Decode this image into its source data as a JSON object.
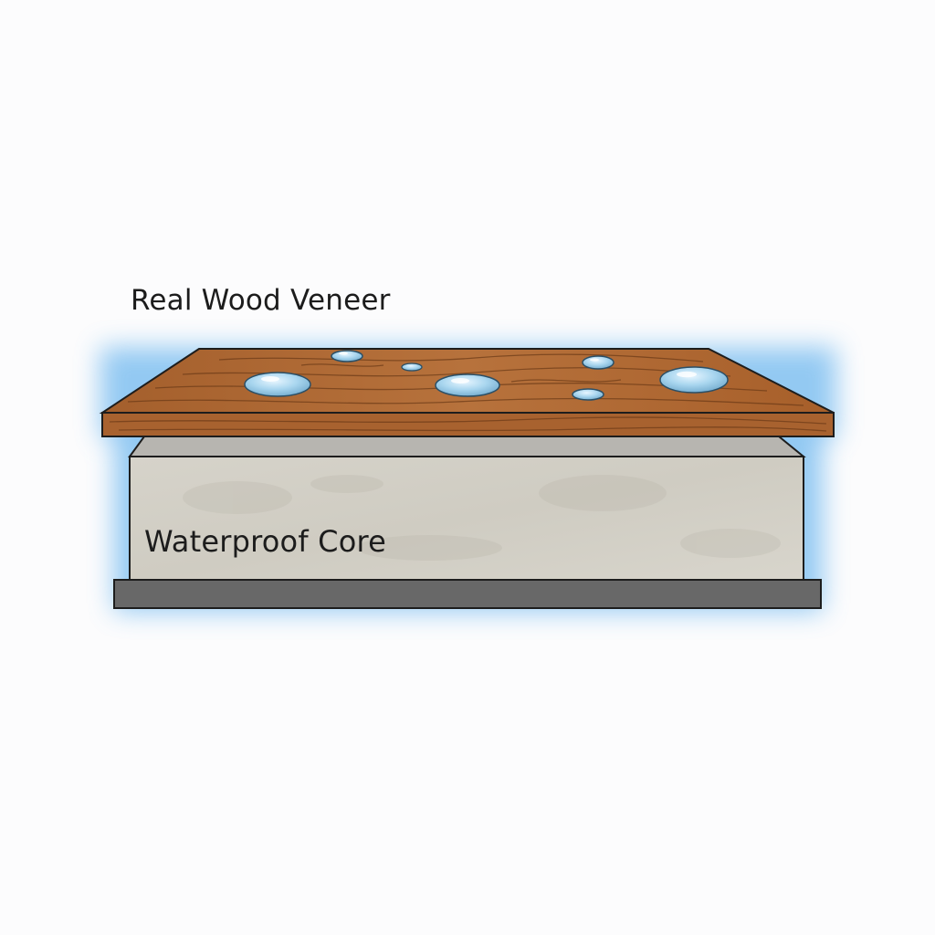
{
  "labels": {
    "veneer": "Real Wood Veneer",
    "core": "Waterproof Core"
  },
  "colors": {
    "background": "#fcfcfd",
    "glow": "#6fb8ef",
    "wood_top": "#b06a33",
    "wood_front": "#a8622f",
    "wood_grain": "#6b3a17",
    "core_front": "#d3d0c6",
    "core_top": "#b9b7b2",
    "backing": "#6a6a6a",
    "water_drop": "#9fcfe8",
    "outline": "#1d1d1d"
  },
  "icons": {
    "water_drops": "water-droplet",
    "layers": [
      "wood-veneer-layer",
      "waterproof-core-layer",
      "backing-layer"
    ]
  }
}
